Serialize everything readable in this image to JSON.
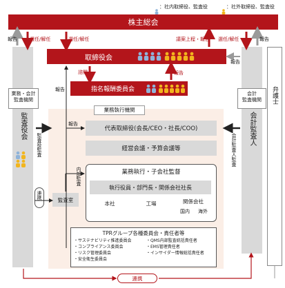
{
  "legend": {
    "internal_label": "：社内取締役、監査役",
    "external_label": "：社外取締役、監査役"
  },
  "colors": {
    "red": "#b3151b",
    "internal": "#8fb3d9",
    "external": "#f2b51d",
    "panel": "#fbeee6",
    "gray": "#d9d9d9",
    "arrow_gray": "#9a9a9a",
    "arrow_red": "#b3151b"
  },
  "top": {
    "shareholders": "株主総会"
  },
  "labels": {
    "report_left": "報告",
    "appoint_left": "選任/解任",
    "appoint_mid": "選任/解任",
    "proposal_report": "議案上程・報告",
    "appoint_right": "選任/解任",
    "report_right": "報告",
    "consult": "諮問",
    "report_nom": "報告",
    "report_board_right": "報告",
    "report_exec": "報告",
    "audit_left_v": "監査役監査",
    "internal_audit_v": "内部監査",
    "acct_audit_v": "会計監査人監査",
    "renkei_small": "連携",
    "renkei_bottom": "連携",
    "report_audit_office": "報告"
  },
  "board": {
    "title": "取締役会"
  },
  "nomination": {
    "title": "指名報酬委員会"
  },
  "left_col": {
    "top_label": "業務・会計\n監査機関",
    "vertical": "監査役会"
  },
  "right_col": {
    "top_label": "会計\n監査機関",
    "vertical": "会計監査人"
  },
  "lawyer": {
    "vertical": "弁護士"
  },
  "exec_body": {
    "title": "業務執行機関"
  },
  "ceo": {
    "title": "代表取締役(会長/CEO・社長/COO)"
  },
  "mgmt": {
    "title": "経営会議・予算会議等"
  },
  "business": {
    "title": "業務執行・子会社監督"
  },
  "officers": {
    "title": "執行役員・部門長・関係会社社長"
  },
  "units": {
    "head": "本社",
    "plant": "工場",
    "affiliates": "関係会社",
    "domestic": "国内",
    "overseas": "海外"
  },
  "audit_office": {
    "title": "監査室"
  },
  "committees": {
    "title": "TPRグループ各種委員会・責任者等",
    "col1": [
      "・サステナビリティ推進委員会",
      "・コンプライアンス委員会",
      "・リスク管理委員会",
      "・安全衛生委員会"
    ],
    "col2": [
      "・QMS内部監査統括責任者",
      "・EMS管理責任者",
      "・インサイダー情報総括責任者"
    ]
  }
}
